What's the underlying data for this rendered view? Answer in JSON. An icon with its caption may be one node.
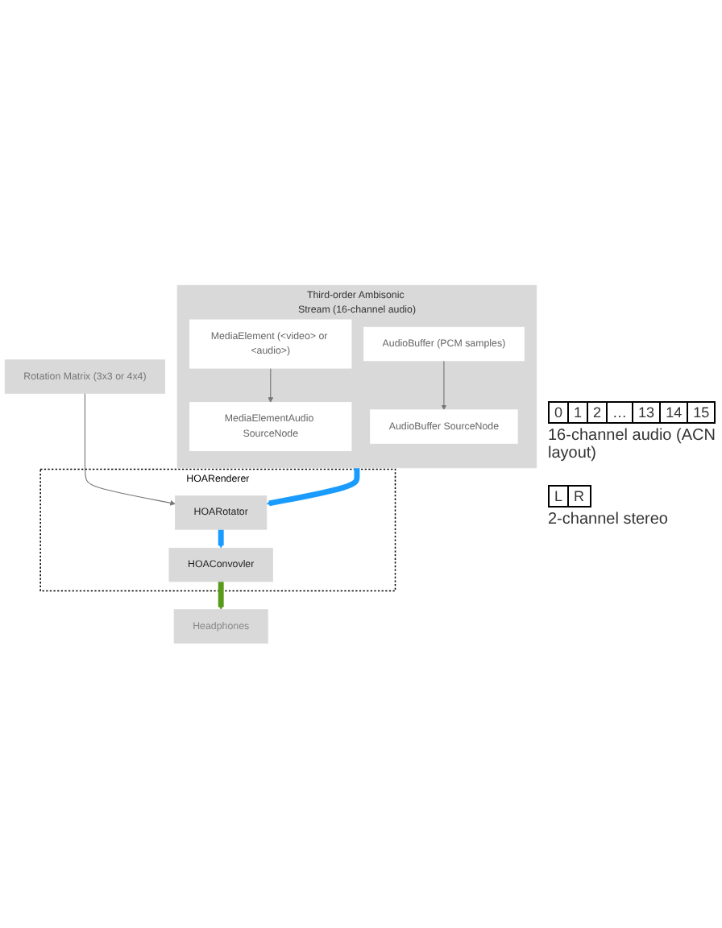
{
  "diagram": {
    "nodes": [
      {
        "text": [
          "Third-order Ambisonic Stream (16-channel audio)"
        ]
      },
      {
        "text": [
          "MediaElement (<video> or <audio>)"
        ],
        "in": 0
      },
      {
        "text": [
          "AudioBuffer (PCM samples)"
        ],
        "in": 0
      },
      {
        "text": [
          "MediaElementAudio SourceNode"
        ],
        "in": 0
      },
      {
        "text": [
          "AudioBuffer SourceNode"
        ],
        "in": 0
      },
      {
        "text": [
          "Rotation Matrix (3x3 or 4x4)"
        ]
      },
      {
        "text": [
          "HOARenderer"
        ]
      },
      {
        "text": [
          "HOARotator"
        ],
        "in": 6
      },
      {
        "text": [
          "HOAConvovler"
        ],
        "in": 6
      },
      {
        "text": [
          "Headphones"
        ]
      }
    ],
    "edges": [
      {
        "from": 1,
        "to": 3,
        "arrow": "to"
      },
      {
        "from": 2,
        "to": 4,
        "arrow": "to"
      },
      {
        "from": 0,
        "to": 7,
        "arrow": "to",
        "color": "#1a9cff",
        "style": "thick"
      },
      {
        "from": 5,
        "to": 7,
        "arrow": "to"
      },
      {
        "from": 7,
        "to": 8,
        "arrow": "to",
        "color": "#1a9cff",
        "style": "thick"
      },
      {
        "from": 8,
        "to": 9,
        "arrow": "to",
        "color": "#5a9a1a",
        "style": "thick"
      }
    ],
    "labels": [
      "0",
      "1",
      "2",
      "…",
      "13",
      "14",
      "15",
      "16-channel audio (ACN layout)",
      "L",
      "R",
      "2-channel stereo"
    ]
  }
}
